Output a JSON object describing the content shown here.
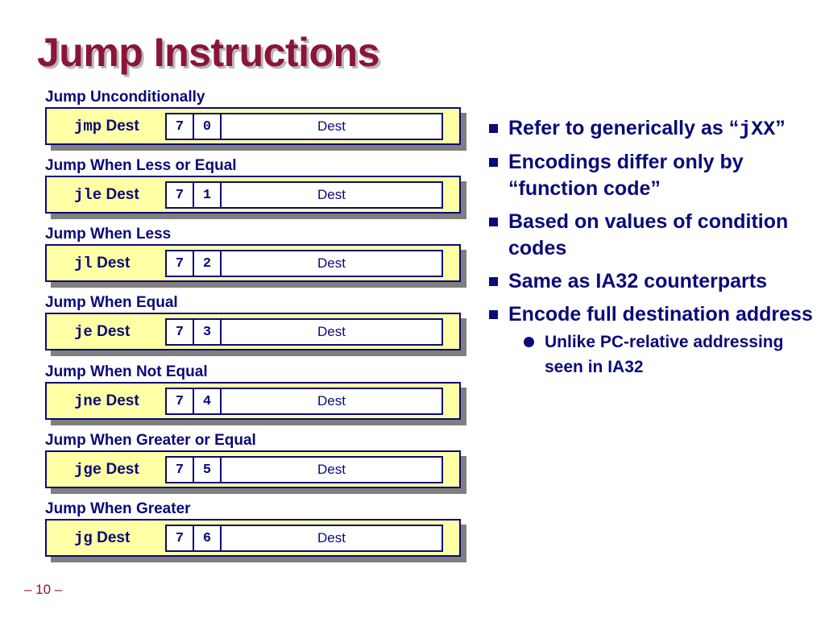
{
  "title": "Jump Instructions",
  "instructions": [
    {
      "heading": "Jump Unconditionally",
      "mnemonic": "jmp",
      "operand": "Dest",
      "code_hi": "7",
      "code_lo": "0",
      "field": "Dest"
    },
    {
      "heading": "Jump When Less or Equal",
      "mnemonic": "jle",
      "operand": "Dest",
      "code_hi": "7",
      "code_lo": "1",
      "field": "Dest"
    },
    {
      "heading": "Jump When Less",
      "mnemonic": "jl",
      "operand": "Dest",
      "code_hi": "7",
      "code_lo": "2",
      "field": "Dest"
    },
    {
      "heading": "Jump When Equal",
      "mnemonic": "je",
      "operand": "Dest",
      "code_hi": "7",
      "code_lo": "3",
      "field": "Dest"
    },
    {
      "heading": "Jump When Not Equal",
      "mnemonic": "jne",
      "operand": "Dest",
      "code_hi": "7",
      "code_lo": "4",
      "field": "Dest"
    },
    {
      "heading": "Jump When Greater or Equal",
      "mnemonic": "jge",
      "operand": "Dest",
      "code_hi": "7",
      "code_lo": "5",
      "field": "Dest"
    },
    {
      "heading": "Jump When Greater",
      "mnemonic": "jg",
      "operand": "Dest",
      "code_hi": "7",
      "code_lo": "6",
      "field": "Dest"
    }
  ],
  "bullets": {
    "b1": {
      "pre": "Refer to generically as “",
      "code": "jXX",
      "post": "”"
    },
    "b2": "Encodings differ only by “function code”",
    "b3": "Based on values of condition codes",
    "b4": "Same as IA32 counterparts",
    "b5": "Encode full destination address",
    "b5_sub": "Unlike PC-relative addressing seen in IA32"
  },
  "page_number": "– 10 –",
  "colors": {
    "title": "#8a1538",
    "text": "#0a0a78",
    "box_fill": "#ffffa6",
    "shadow": "#7f7f7f"
  }
}
